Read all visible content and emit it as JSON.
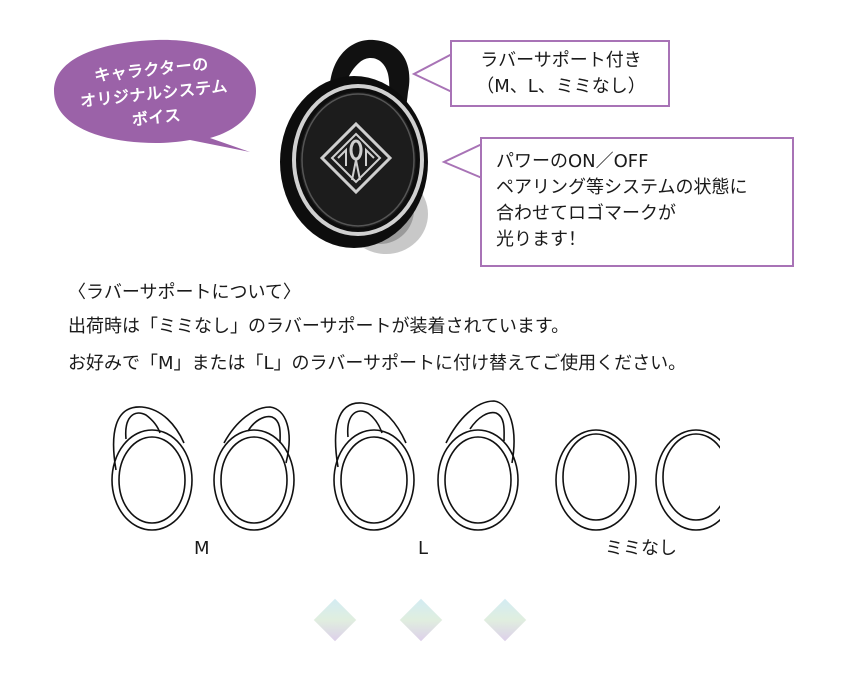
{
  "voice_bubble": {
    "lines": [
      "キャラクターの",
      "オリジナルシステム",
      "ボイス"
    ],
    "color": "#9b62a8"
  },
  "callouts": [
    {
      "lines": [
        "ラバーサポート付き",
        "（M、L、ミミなし）"
      ],
      "border_color": "#a873b6"
    },
    {
      "lines": [
        "パワーのON／OFF",
        "ペアリング等システムの状態に",
        "合わせてロゴマークが",
        "光ります！"
      ],
      "border_color": "#a873b6"
    }
  ],
  "rubber_support": {
    "title": "〈ラバーサポートについて〉",
    "paragraphs": [
      "出荷時は「ミミなし」のラバーサポートが装着されています。",
      "お好みで「M」または「L」のラバーサポートに付け替えてご使用ください。"
    ],
    "sizes": [
      {
        "label": "M",
        "icon": "ear-tip-medium-icon"
      },
      {
        "label": "L",
        "icon": "ear-tip-large-icon"
      },
      {
        "label": "ミミなし",
        "icon": "ear-tip-none-icon"
      }
    ]
  },
  "decorations": {
    "diamond_count": 3
  }
}
